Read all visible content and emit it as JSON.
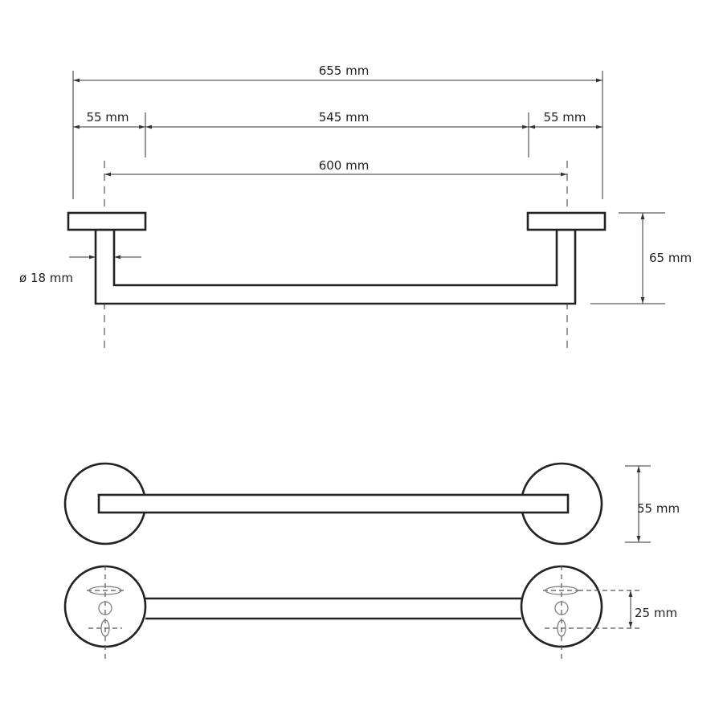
{
  "dimensions": {
    "overall_width": "655 mm",
    "left_flange": "55 mm",
    "bar_span": "545 mm",
    "right_flange": "55 mm",
    "center_distance": "600 mm",
    "tube_diameter": "ø 18 mm",
    "projection": "65 mm",
    "flange_diameter": "55 mm",
    "hole_spacing": "25 mm"
  }
}
